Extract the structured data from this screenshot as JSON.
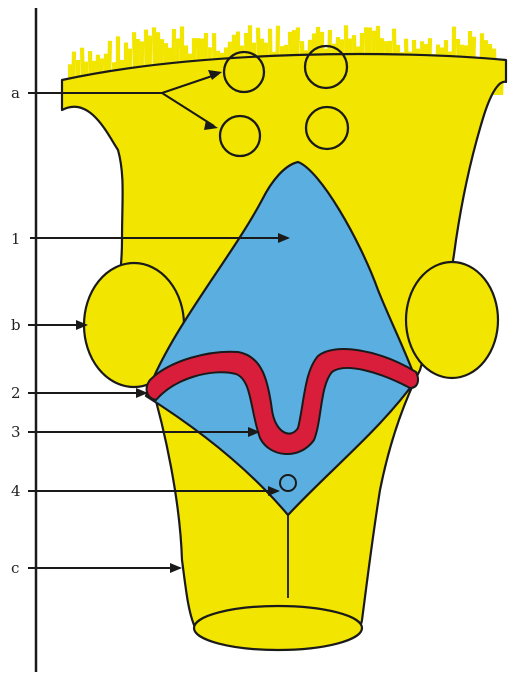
{
  "colors": {
    "background": "#ffffff",
    "tissue": "#f2e600",
    "fossa": "#5aaee0",
    "stria": "#d81e3a",
    "outline": "#1a1a1a"
  },
  "labels": {
    "a": "a",
    "one": "1",
    "b": "b",
    "two": "2",
    "three": "3",
    "four": "4",
    "c": "c"
  }
}
